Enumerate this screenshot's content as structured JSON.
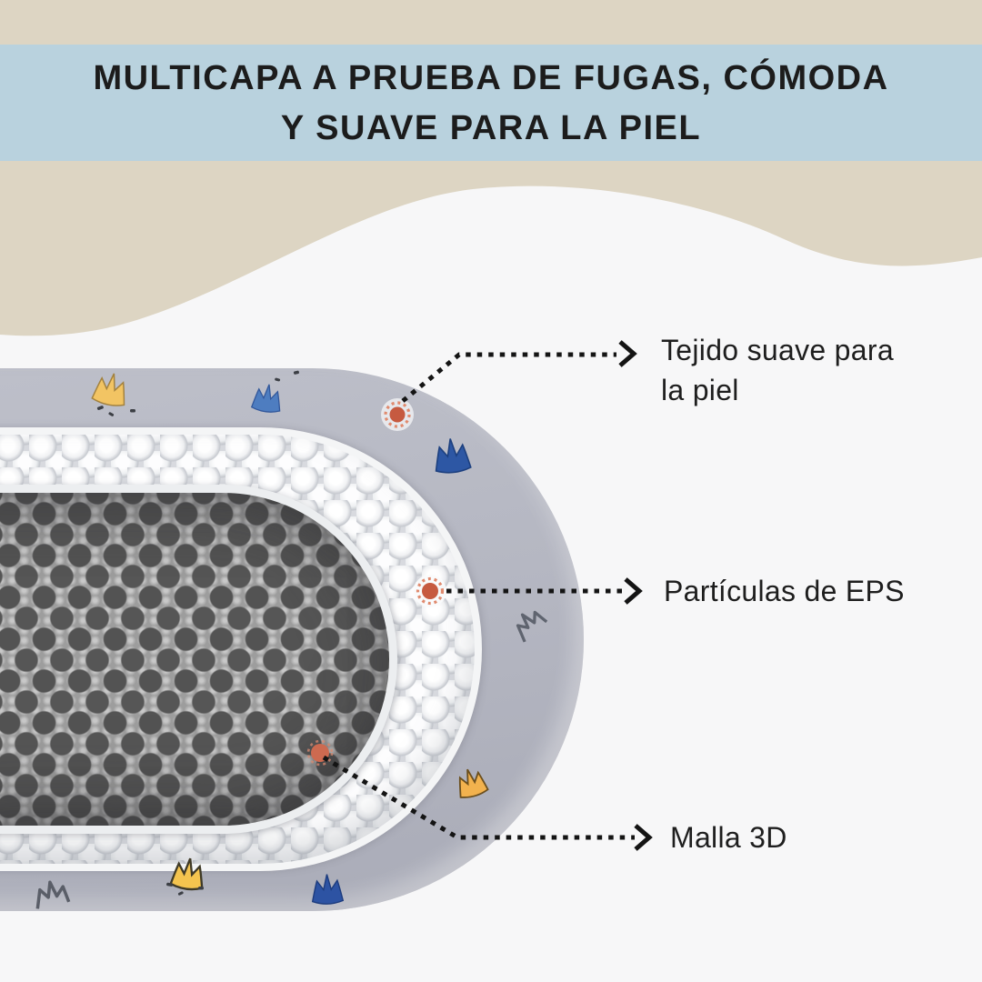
{
  "banner": {
    "title_line1": "MULTICAPA A PRUEBA DE FUGAS, CÓMODA",
    "title_line2": "Y SUAVE PARA LA PIEL"
  },
  "callouts": [
    {
      "label": "Tejido suave para\nla piel"
    },
    {
      "label": "Partículas de EPS"
    },
    {
      "label": "Malla 3D"
    }
  ],
  "palette": {
    "header_beige": "#ddd5c3",
    "banner_blue": "#b9d2de",
    "page_background": "#f7f7f8",
    "fabric_gray": "#b5b7c2",
    "beads_white": "#f0f1f3",
    "mesh_gray": "#6b6b6b",
    "marker_red": "#c65a40",
    "marker_ring": "#e08a6e",
    "arrow_black": "#141414",
    "text_dark": "#1e1e1e",
    "crown_yellow": "#f2c463",
    "crown_orange": "#f2b24e",
    "crown_blue": "#4e7dc0",
    "crown_navy": "#2d53a3",
    "crown_gray": "#5f646f"
  }
}
